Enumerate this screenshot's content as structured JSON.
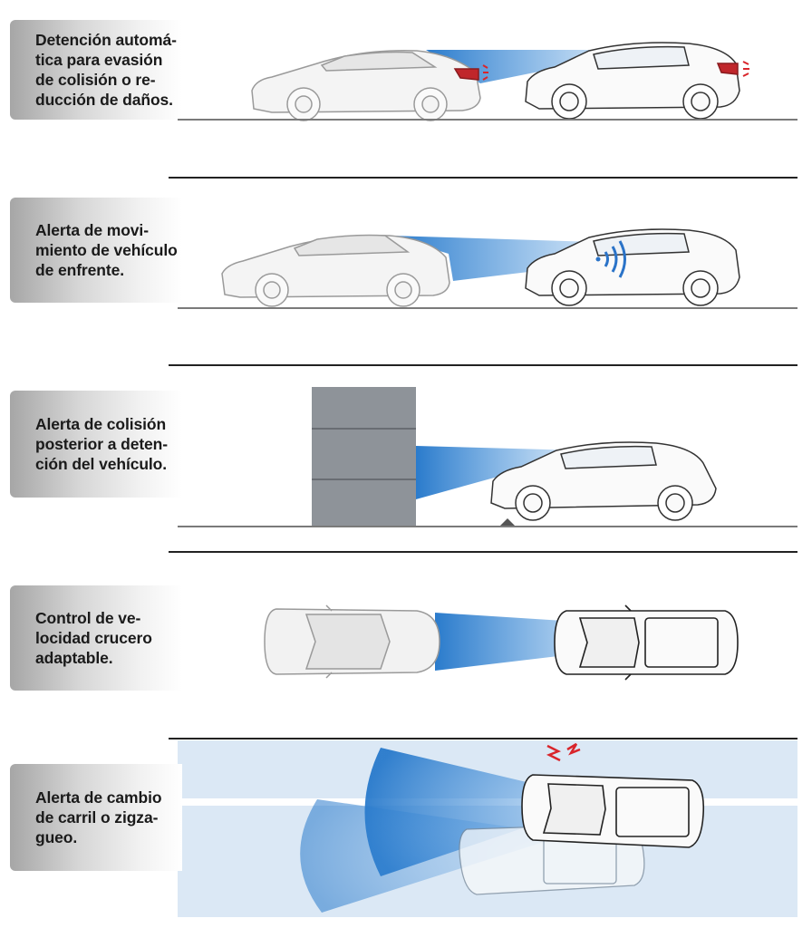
{
  "features": [
    {
      "label": "Detención automá-\ntica para evasión\nde colisión o re-\nducción de daños."
    },
    {
      "label": "Alerta de movi-\nmiento de vehículo\nde enfrente."
    },
    {
      "label": "Alerta de colisión\nposterior a deten-\nción del vehículo."
    },
    {
      "label": "Control de ve-\nlocidad crucero\nadaptable."
    },
    {
      "label": "Alerta de cambio\nde carril o zigza-\ngueo."
    }
  ],
  "colors": {
    "beam": "#3d8fdc",
    "alert_red": "#d9252b",
    "lane_bg": "#dbe8f5",
    "wall": "#8e9399"
  },
  "icons": [
    "car-side-icon",
    "suv-side-icon",
    "car-top-icon",
    "suv-top-icon",
    "sensor-waves-icon",
    "alert-sound-icon"
  ]
}
